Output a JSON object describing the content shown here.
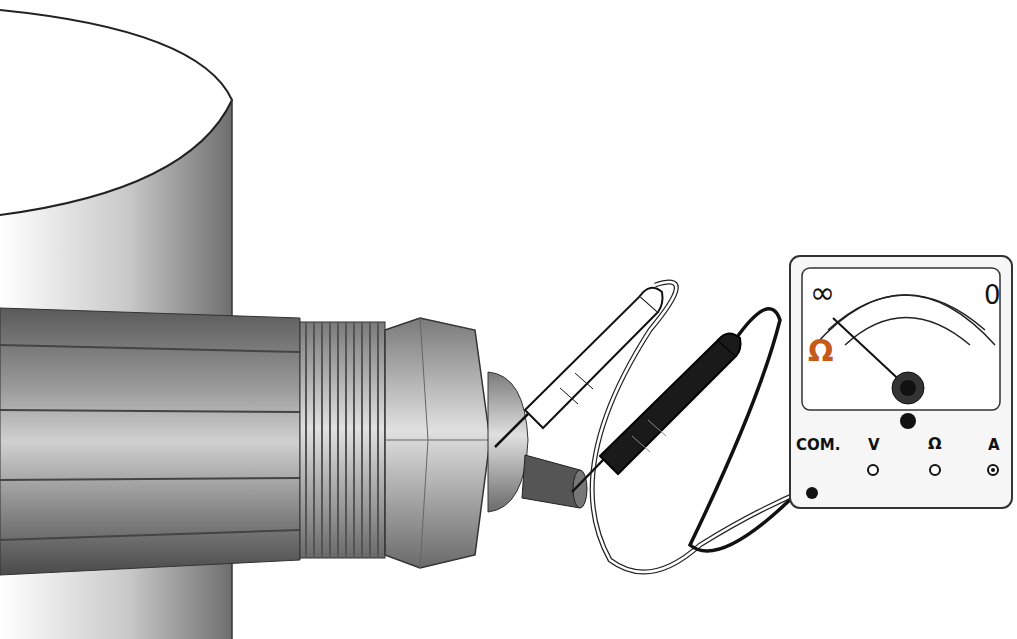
{
  "diagram": {
    "nodes": [
      {
        "text": [
          "∞",
          "0",
          "Ω",
          "COM.",
          "V",
          "Ω",
          "A"
        ]
      }
    ]
  }
}
